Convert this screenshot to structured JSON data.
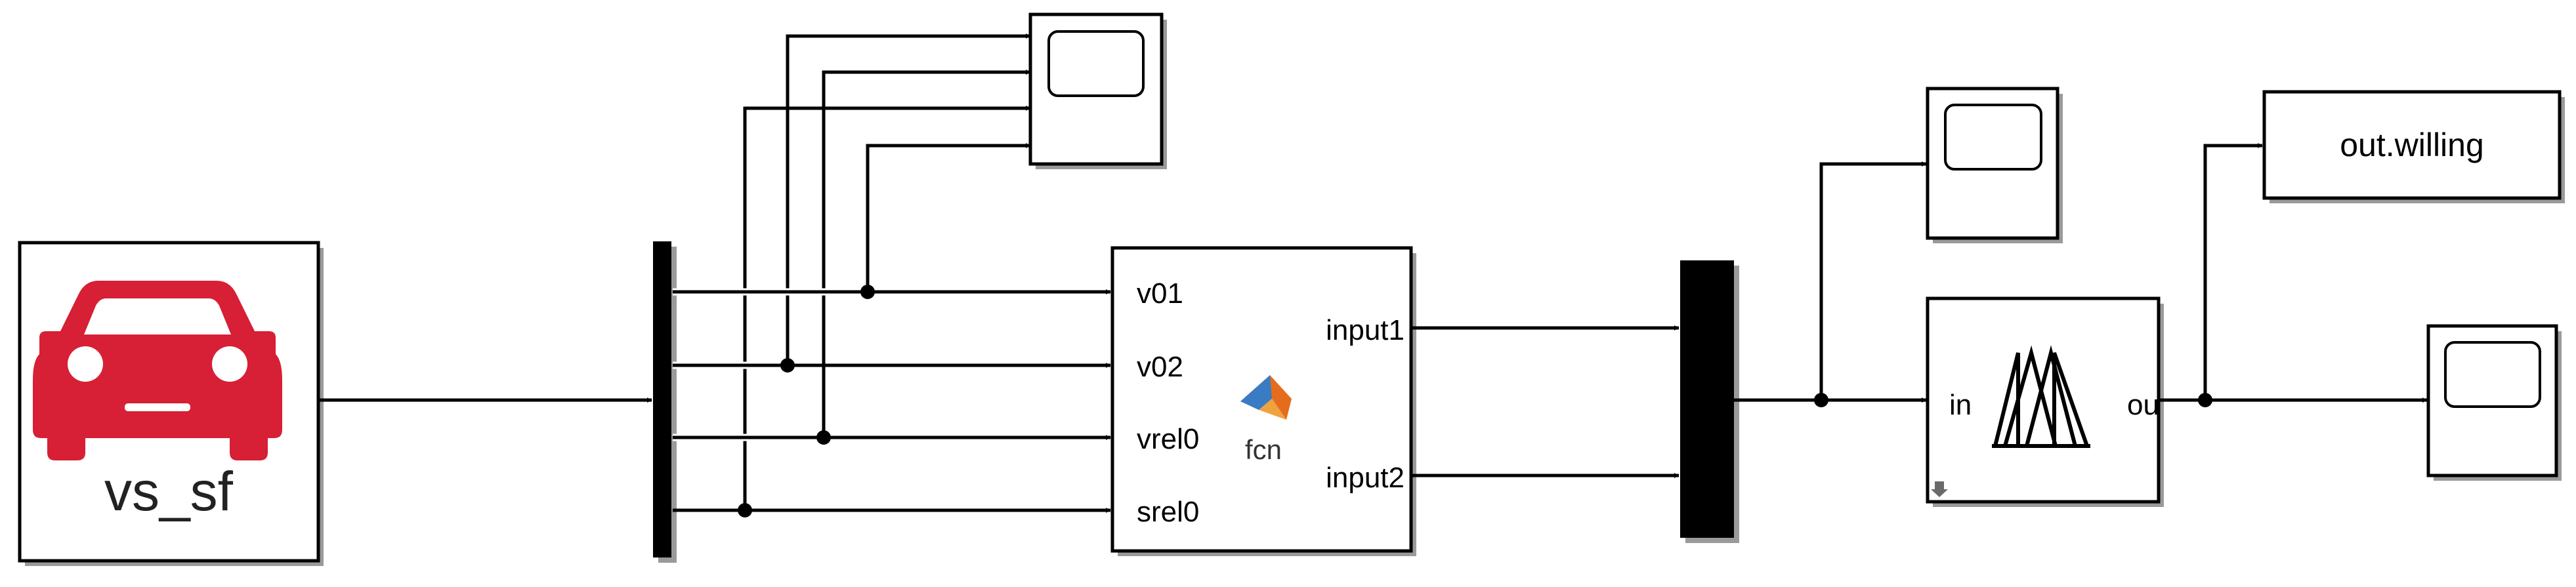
{
  "blocks": {
    "vehicle": {
      "label": "vs_sf",
      "icon": "car-icon",
      "icon_color": "#d71f35"
    },
    "matlab_function": {
      "label": "fcn",
      "inputs": [
        "v01",
        "v02",
        "vrel0",
        "srel0"
      ],
      "outputs": [
        "input1",
        "input2"
      ],
      "icon": "matlab-logo-icon"
    },
    "fuzzy_controller": {
      "input_label": "in",
      "output_label": "ou",
      "icon": "membership-functions-icon"
    },
    "to_workspace": {
      "label": "out.willing"
    }
  },
  "colors": {
    "line": "#000000",
    "background": "#ffffff",
    "car": "#d71f35"
  }
}
